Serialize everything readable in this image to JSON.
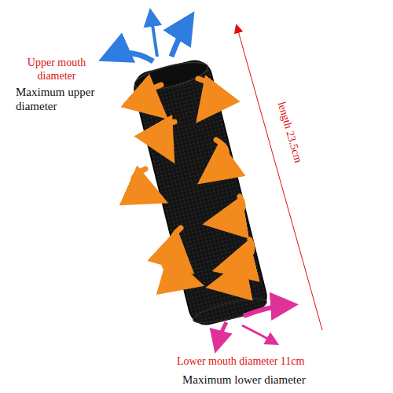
{
  "diagram": {
    "labels": [
      "Upper mouth diameter",
      "Maximum upper diameter",
      "length 23.5cm",
      "Lower mouth diameter 11cm",
      "Maximum lower diameter"
    ]
  }
}
